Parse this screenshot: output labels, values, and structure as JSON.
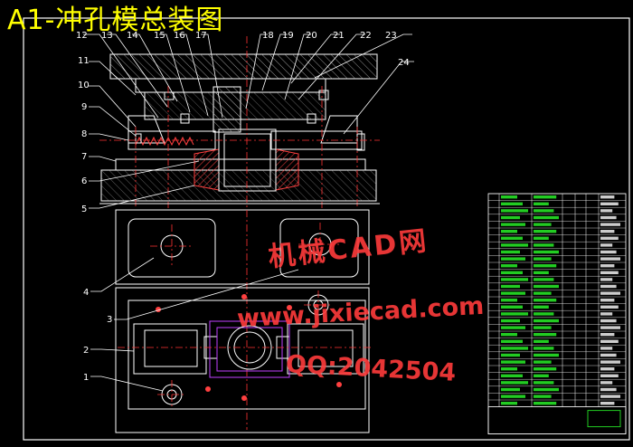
{
  "title": "A1-冲孔模总装图",
  "part_numbers_top": [
    "12",
    "13",
    "14",
    "15",
    "16",
    "17",
    "18",
    "19",
    "20",
    "21",
    "22",
    "23",
    "24"
  ],
  "part_numbers_left": [
    "11",
    "10",
    "9",
    "8",
    "7",
    "6",
    "5",
    "4",
    "3",
    "2",
    "1"
  ],
  "watermark": {
    "line1": "机械CAD网",
    "line2": "www.jixiecad.com",
    "line3": "QQ:2042504"
  },
  "colors": {
    "background": "#000000",
    "outline": "#ffffff",
    "centerline": "#ff3333",
    "title": "#ffff00",
    "leader": "#ffffff",
    "hatch": "#ff4040",
    "table_text": "#00ff00"
  }
}
